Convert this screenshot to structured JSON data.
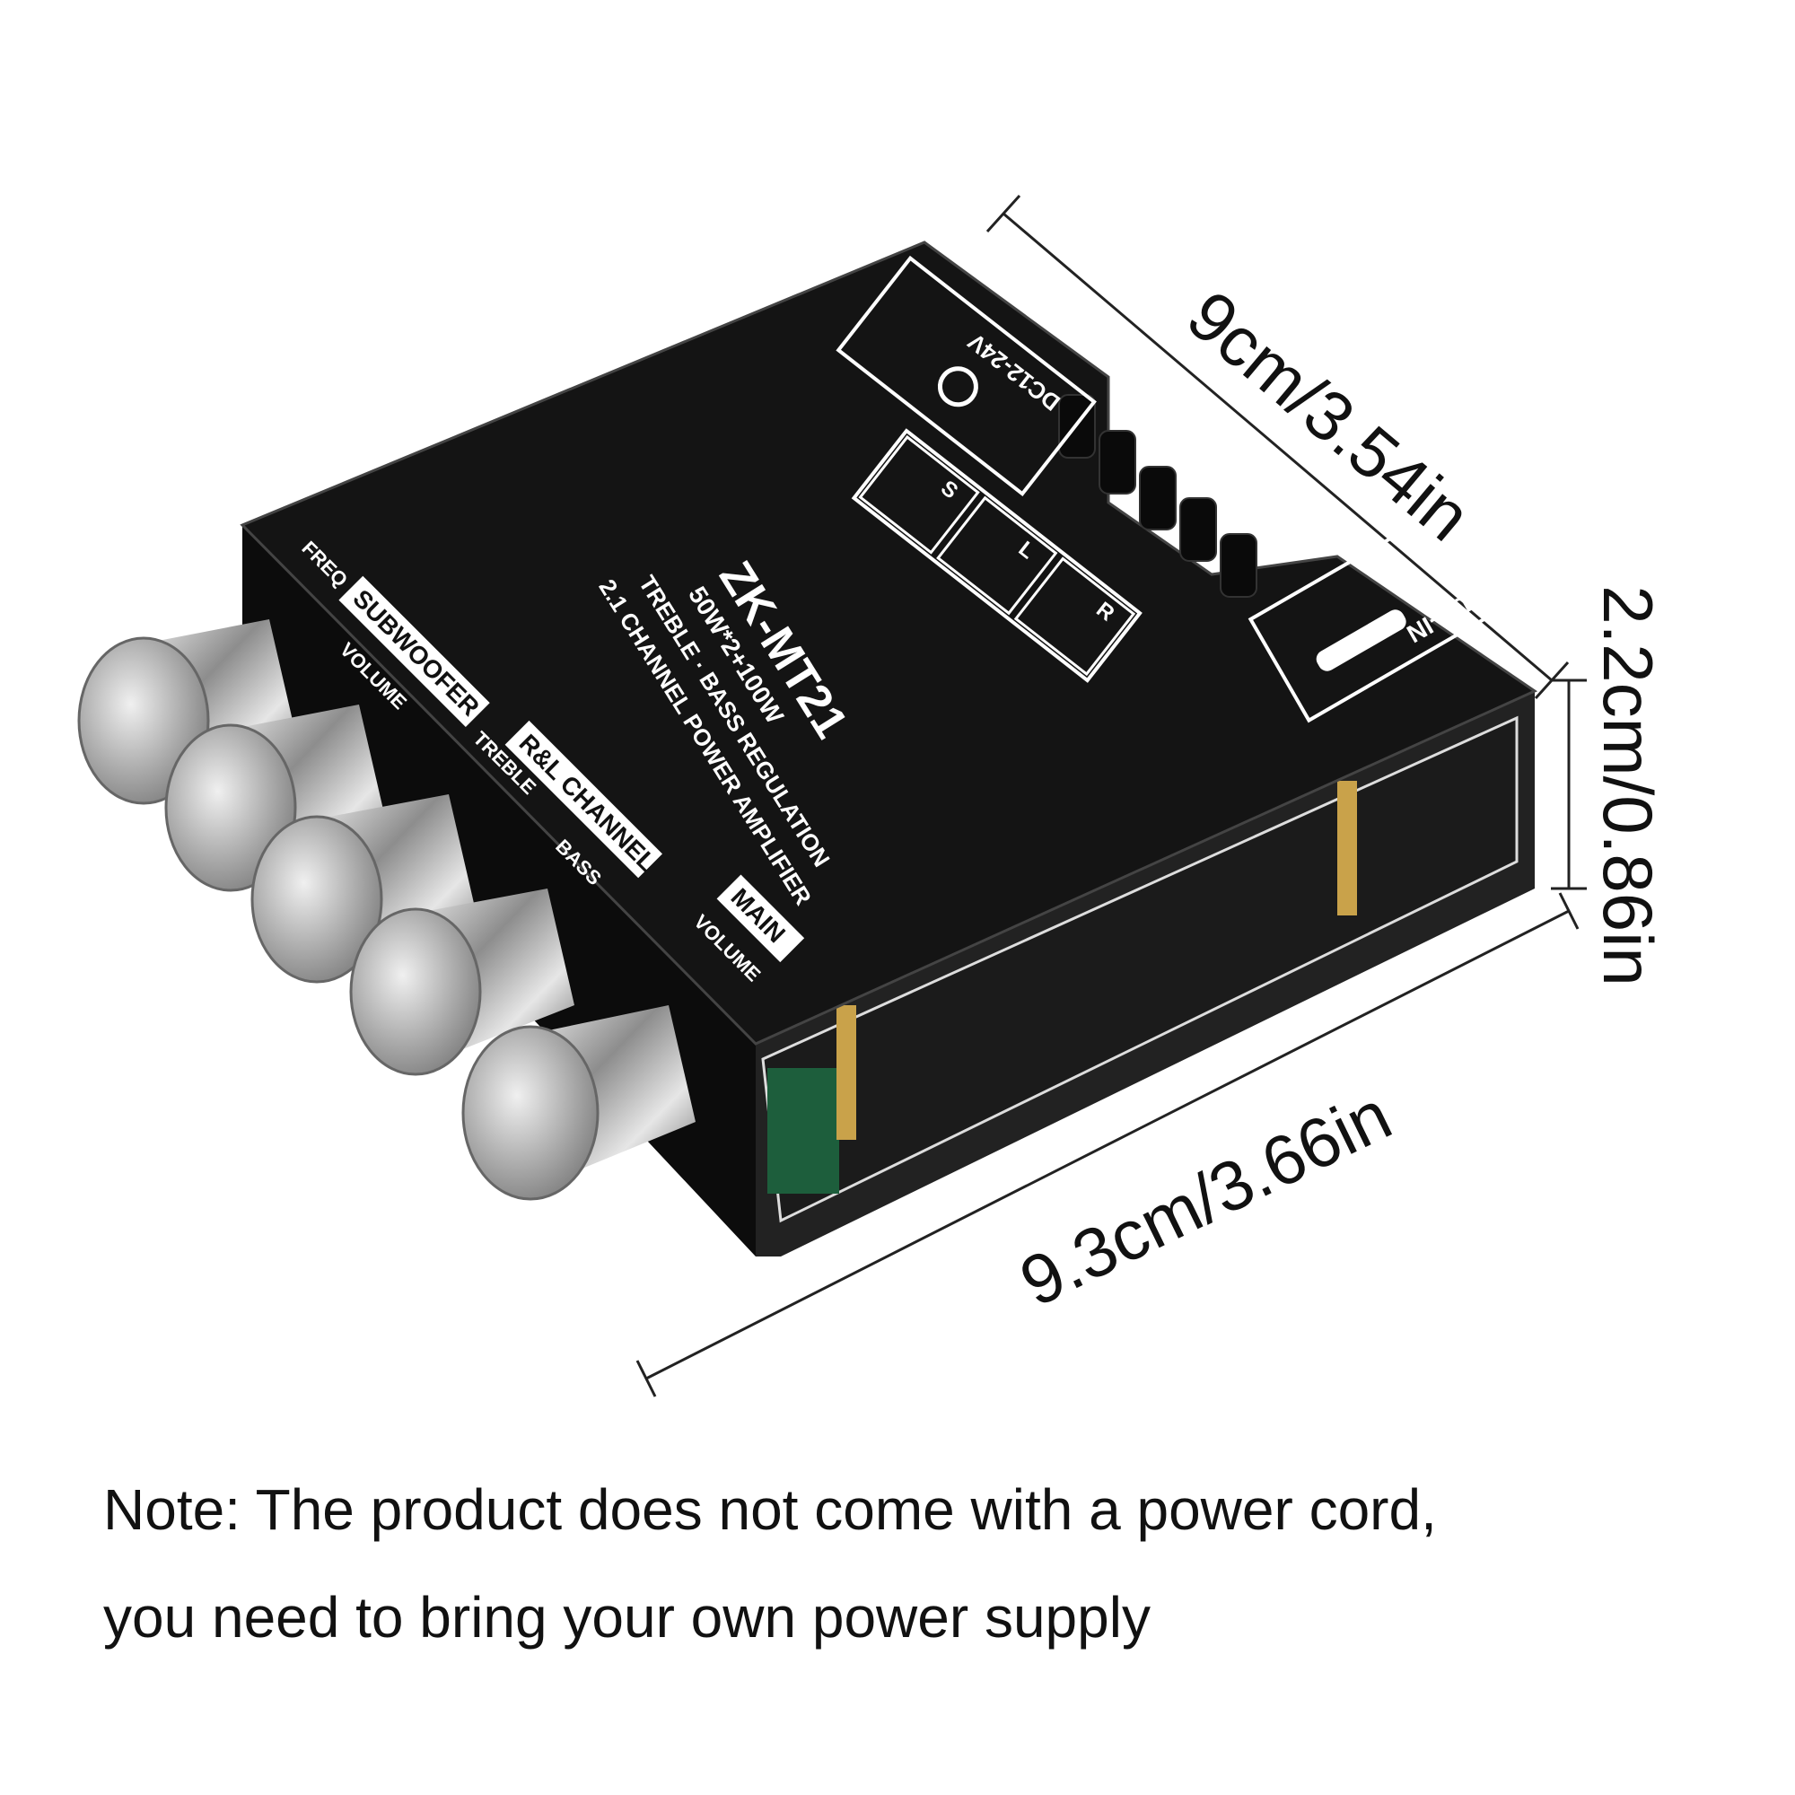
{
  "product": {
    "model": "ZK-MT21",
    "spec": "50W*2+100W",
    "regulation": "TREBLE · BASS REGULATION",
    "amplifier": "2.1 CHANNEL POWER AMPLIFIER",
    "subwoofer_label": "SUBWOOFER",
    "subwoofer_freq": "FREQ",
    "subwoofer_volume": "VOLUME",
    "rl_channel_label": "R&L CHANNEL",
    "rl_treble": "TREBLE",
    "rl_bass": "BASS",
    "main_label": "MAIN",
    "main_volume": "VOLUME",
    "power_label": "DC12-24V",
    "speaker_s": "S",
    "speaker_l": "L",
    "speaker_r": "R",
    "aux_label": "AUX-IN",
    "knob_count": 5,
    "colors": {
      "board": "#141414",
      "silk": "#ffffff",
      "knob": "#b8b8b8",
      "pcb": "#1d5e3c",
      "brass": "#c9a24a"
    }
  },
  "dimensions": {
    "length": "9cm/3.54in",
    "height": "2.2cm/0.86in",
    "width": "9.3cm/3.66in"
  },
  "note": {
    "line1": "Note: The product does not come with a power cord,",
    "line2": "you need to bring your own power supply"
  }
}
